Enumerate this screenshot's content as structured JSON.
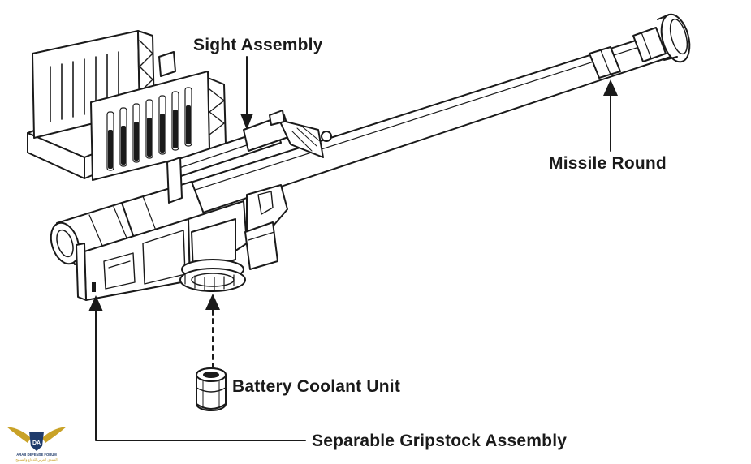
{
  "labels": {
    "sight_assembly": "Sight Assembly",
    "missile_round": "Missile Round",
    "battery_coolant_unit": "Battery Coolant Unit",
    "separable_gripstock_assembly": "Separable Gripstock Assembly"
  },
  "watermark": {
    "logo_text": "DA",
    "org_name": "ARAB DEFENSE FORUM",
    "arabic_name": "المنتدى العربي للدفاع والتسليح"
  },
  "colors": {
    "ink": "#1a1a1a",
    "background": "#ffffff",
    "logo_gold": "#c9a227",
    "logo_navy": "#1f3b6b"
  }
}
